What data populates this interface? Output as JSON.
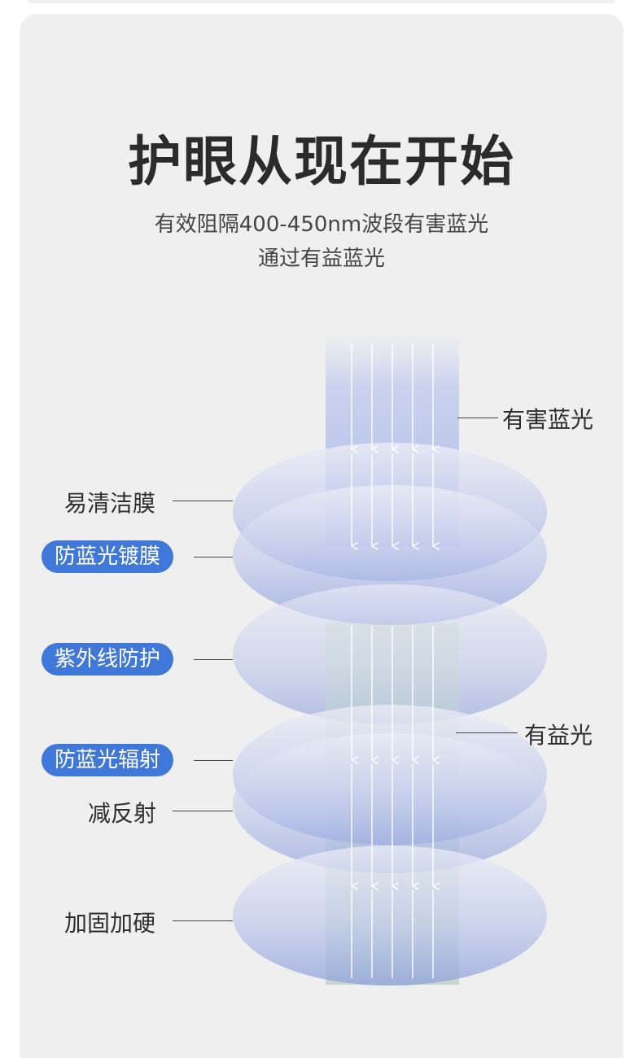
{
  "title": "护眼从现在开始",
  "subtitle_line1": "有效阻隔400-450nm波段有害蓝光",
  "subtitle_line2": "通过有益蓝光",
  "labels": {
    "harmful_light": "有害蓝光",
    "beneficial_light": "有益光",
    "easy_clean": "易清洁膜",
    "blue_coating": "防蓝光镀膜",
    "uv_protect": "紫外线防护",
    "anti_blue_radiation": "防蓝光辐射",
    "anti_reflect": "减反射",
    "hardening": "加固加硬"
  },
  "colors": {
    "accent": "#3f78d8",
    "harmful_beam": "#a9b6e6",
    "beneficial_beam": "#b7d2c6",
    "disc": "#8da0d8"
  }
}
